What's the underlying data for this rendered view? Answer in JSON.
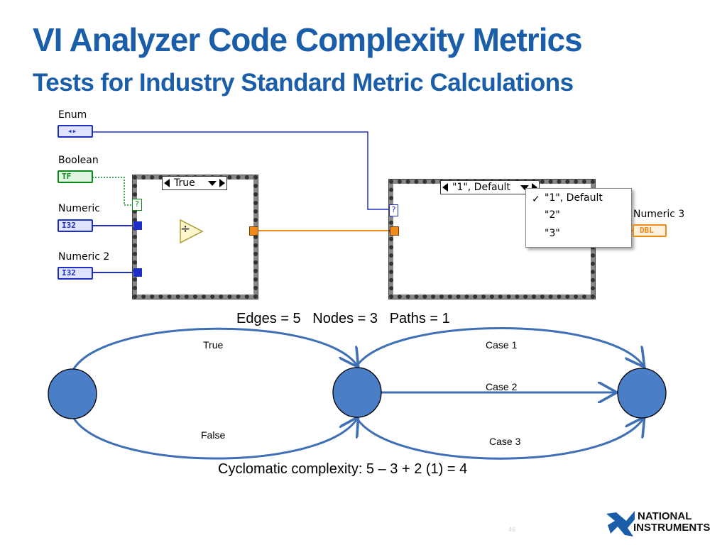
{
  "slide": {
    "title": "VI Analyzer Code Complexity Metrics",
    "subtitle": "Tests for Industry Standard Metric Calculations",
    "page_number": "46"
  },
  "block_diagram": {
    "controls": [
      {
        "label": "Enum",
        "type_text": "◂▸"
      },
      {
        "label": "Boolean",
        "type_text": "TF"
      },
      {
        "label": "Numeric",
        "type_text": "I32"
      },
      {
        "label": "Numeric 2",
        "type_text": "I32"
      }
    ],
    "indicator": {
      "label": "Numeric 3",
      "type_text": "DBL"
    },
    "case_structure_1": {
      "selector": "True",
      "tunnel_mark": "?"
    },
    "case_structure_2": {
      "selector": "\"1\", Default",
      "tunnel_mark": "?",
      "menu_items": [
        {
          "label": "\"1\", Default",
          "checked": true
        },
        {
          "label": "\"2\"",
          "checked": false
        },
        {
          "label": "\"3\"",
          "checked": false
        }
      ]
    },
    "divide_symbol": "÷",
    "wire_colors": {
      "enum": "#1e2fc8",
      "boolean": "#0a8a1c",
      "integer": "#1e2fc8",
      "double": "#f08a1a"
    }
  },
  "metrics": {
    "summary": "Edges = 5   Nodes = 3   Paths = 1",
    "formula": "Cyclomatic complexity: 5 – 3 + 2 (1) = 4"
  },
  "graph": {
    "node_color": "#4a7fc8",
    "edge_color": "#3f6fb5",
    "edges": [
      {
        "label": "True"
      },
      {
        "label": "False"
      },
      {
        "label": "Case 1"
      },
      {
        "label": "Case 2"
      },
      {
        "label": "Case 3"
      }
    ]
  },
  "logo": {
    "line1": "NATIONAL",
    "line2": "INSTRUMENTS",
    "icon": "ni-eagle-logo"
  }
}
